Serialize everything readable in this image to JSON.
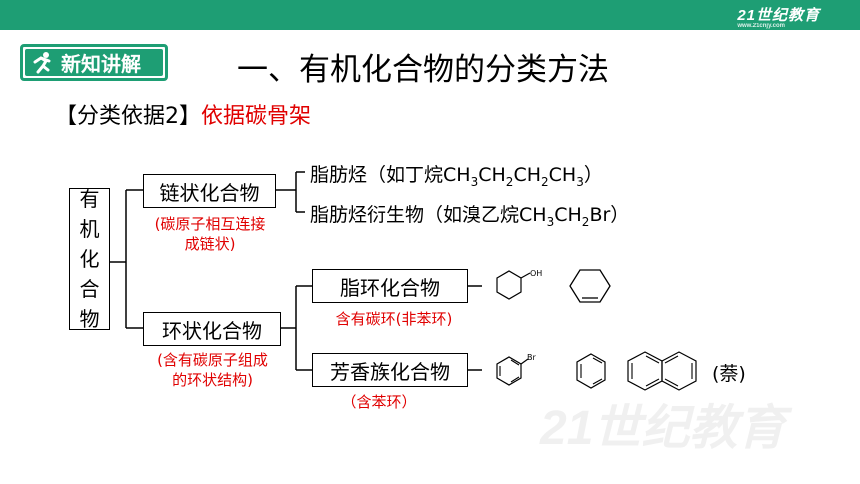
{
  "header": {
    "brand": "21世纪教育",
    "brand_url": "www.21cnjy.com"
  },
  "badge": {
    "label": "新知讲解"
  },
  "title": "一、有机化合物的分类方法",
  "basis": {
    "prefix": "【分类依据2】",
    "highlight": "依据碳骨架"
  },
  "tree": {
    "root": [
      "有",
      "机",
      "化",
      "合",
      "物"
    ],
    "chain": {
      "label": "链状化合物",
      "note_line1": "(碳原子相互连接",
      "note_line2": "成链状)",
      "children": [
        {
          "name": "脂肪烃",
          "example_prefix": "（如丁烷",
          "formula": "CH3CH2CH2CH3",
          "example_suffix": "）"
        },
        {
          "name": "脂肪烃衍生物",
          "example_prefix": "（如溴乙烷",
          "formula": "CH3CH2Br",
          "example_suffix": "）"
        }
      ]
    },
    "ring": {
      "label": "环状化合物",
      "note_line1": "(含有碳原子组成",
      "note_line2": "的环状结构)",
      "children": [
        {
          "label": "脂环化合物",
          "note": "含有碳环(非苯环)"
        },
        {
          "label": "芳香族化合物",
          "note": "（含苯环）"
        }
      ]
    }
  },
  "molecules": {
    "oh_label": "OH",
    "br_label": "Br",
    "naphthalene": "(萘)"
  },
  "watermark": "21世纪教育"
}
